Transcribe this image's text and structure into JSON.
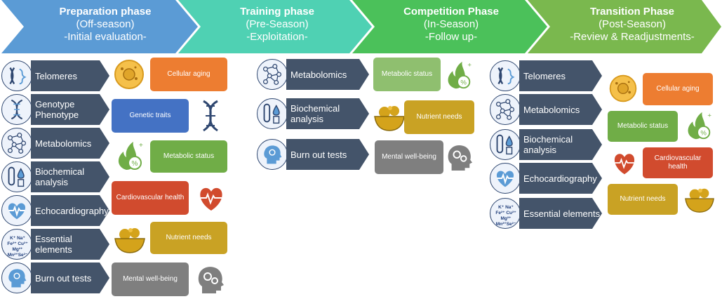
{
  "colors": {
    "phase1": "#5b9bd5",
    "phase2": "#4fd1b3",
    "phase3": "#4bc15a",
    "phase4": "#7ab84e",
    "label": "#44546a",
    "orange": "#ed7d31",
    "blue": "#4472c4",
    "green": "#70ad47",
    "lightgreen": "#8fbf6f",
    "red": "#d14b2e",
    "gold": "#c9a224",
    "gray": "#7f7f7f"
  },
  "phases": [
    {
      "line1": "Preparation phase",
      "line2": "(Off-season)",
      "line3": "-Initial evaluation-"
    },
    {
      "line1": "Training phase",
      "line2": "(Pre-Season)",
      "line3": "-Exploitation-"
    },
    {
      "line1": "Competition Phase",
      "line2": "(In-Season)",
      "line3": "-Follow up-"
    },
    {
      "line1": "Transition Phase",
      "line2": "(Post-Season)",
      "line3": "-Review & Readjustments-"
    }
  ],
  "preparation": {
    "items": [
      {
        "label": "Telomeres",
        "icon": "chromosome-dna-icon"
      },
      {
        "label": "Genotype Phenotype",
        "icon": "dna-icon"
      },
      {
        "label": "Metabolomics",
        "icon": "molecule-network-icon"
      },
      {
        "label": "Biochemical analysis",
        "icon": "test-tube-drop-icon"
      },
      {
        "label": "Echocardiography",
        "icon": "heart-pulse-icon"
      },
      {
        "label": "Essential elements",
        "icon": "ions-icon",
        "ions": "K⁺ Na⁺ Fe²⁺ Cu²⁺ Mg²⁺ Mn²⁺Se²⁻"
      },
      {
        "label": "Burn out tests",
        "icon": "head-brain-icon"
      }
    ],
    "outcomes": [
      {
        "text": "Cellular aging",
        "icon": "cell-icon"
      },
      {
        "text": "Genetic traits",
        "icon": "dna-icon"
      },
      {
        "text": "Metabolic status",
        "icon": "flame-percent-icon"
      },
      {
        "text": "Cardiovascular health",
        "icon": "heart-pulse-icon"
      },
      {
        "text": "Nutrient needs",
        "icon": "fruit-bowl-icon"
      },
      {
        "text": "Mental well-being",
        "icon": "head-gears-icon"
      }
    ]
  },
  "training": {
    "items": [
      {
        "label": "Metabolomics",
        "icon": "molecule-network-icon"
      },
      {
        "label": "Biochemical analysis",
        "icon": "test-tube-drop-icon"
      },
      {
        "label": "Burn out tests",
        "icon": "head-brain-icon"
      }
    ]
  },
  "competition": {
    "outcomes": [
      {
        "text": "Metabolic status",
        "icon": "flame-percent-icon"
      },
      {
        "text": "Nutrient needs",
        "icon": "fruit-bowl-icon"
      },
      {
        "text": "Mental well-being",
        "icon": "head-gears-icon"
      }
    ]
  },
  "transition": {
    "items": [
      {
        "label": "Telomeres",
        "icon": "chromosome-dna-icon"
      },
      {
        "label": "Metabolomics",
        "icon": "molecule-network-icon"
      },
      {
        "label": "Biochemical analysis",
        "icon": "test-tube-drop-icon"
      },
      {
        "label": "Echocardiography",
        "icon": "heart-pulse-icon"
      },
      {
        "label": "Essential elements",
        "icon": "ions-icon",
        "ions": "K⁺ Na⁺ Fe²⁺ Cu²⁺ Mg²⁺ Mn²⁺Se²⁻"
      }
    ],
    "outcomes": [
      {
        "text": "Cellular aging",
        "icon": "cell-icon"
      },
      {
        "text": "Metabolic status",
        "icon": "flame-percent-icon"
      },
      {
        "text": "Cardiovascular health",
        "icon": "heart-pulse-icon"
      },
      {
        "text": "Nutrient needs",
        "icon": "fruit-bowl-icon"
      }
    ]
  }
}
